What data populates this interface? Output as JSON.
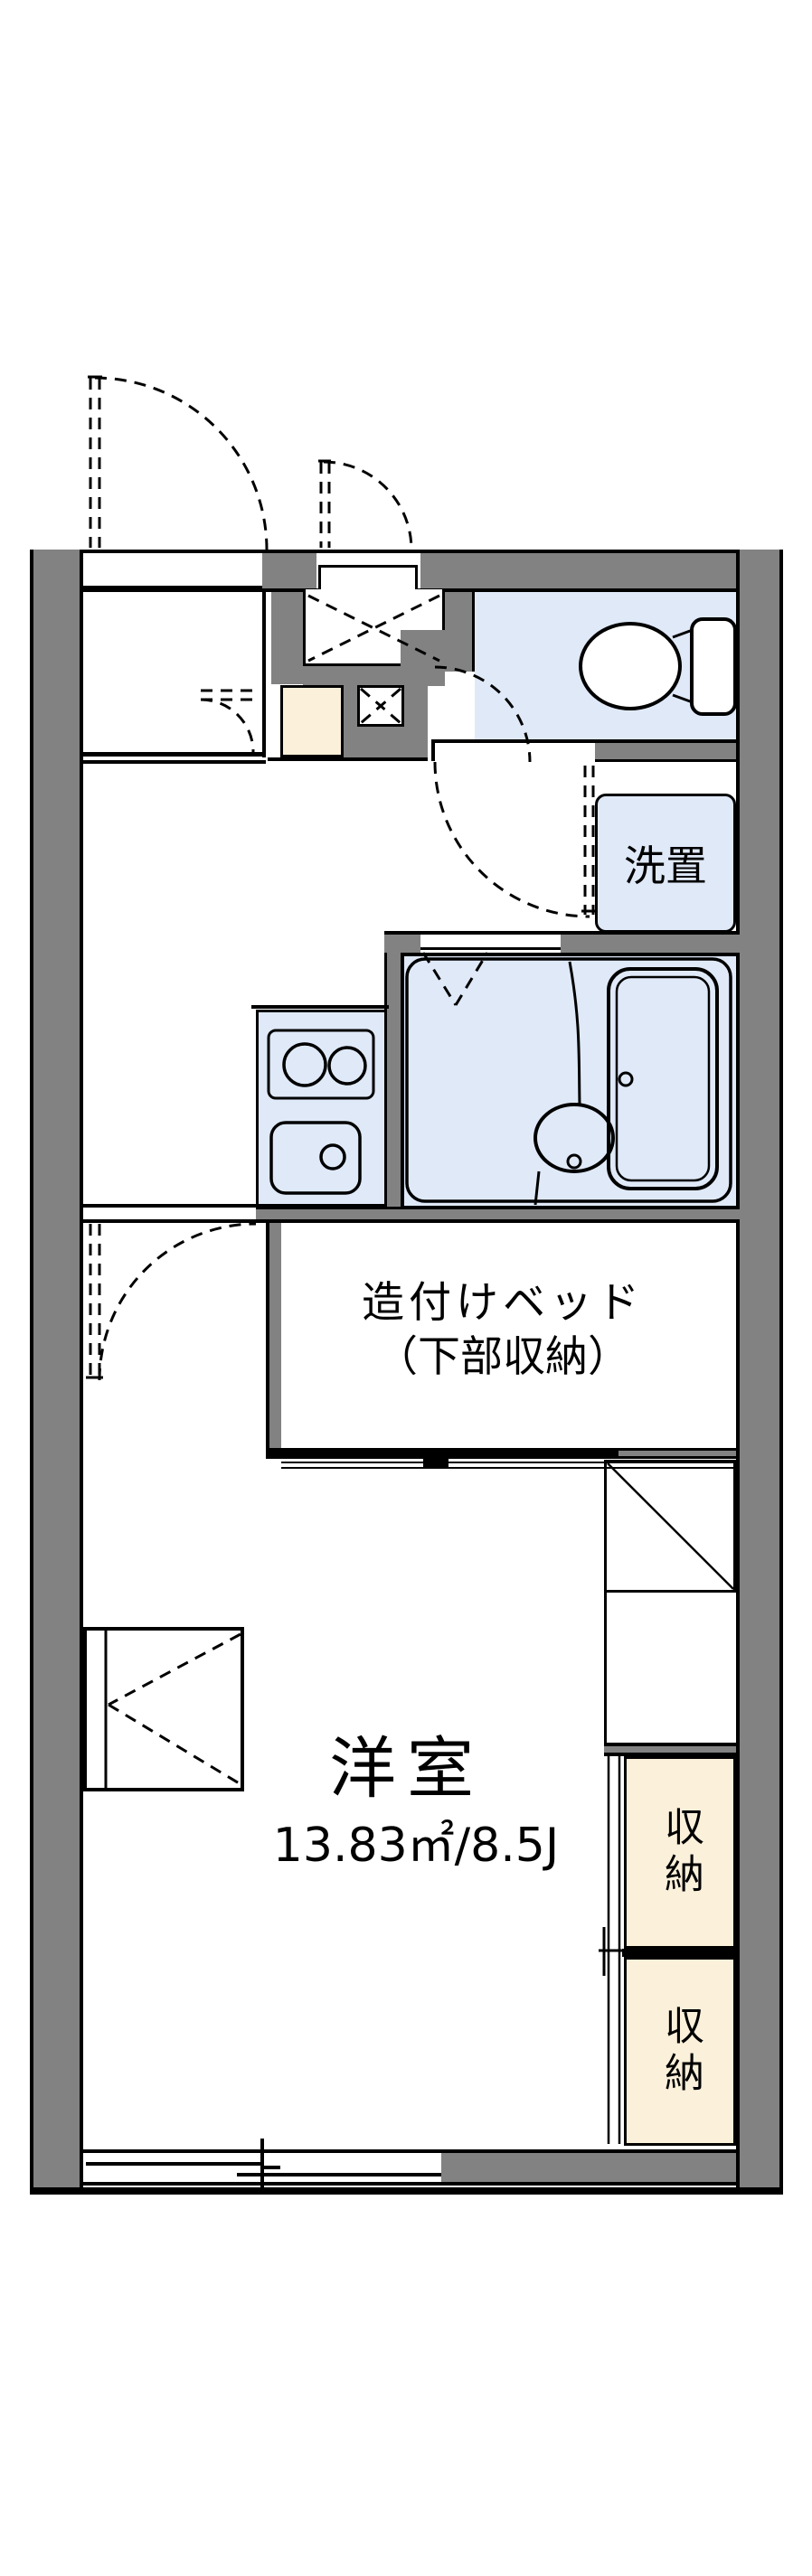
{
  "colors": {
    "wall": "#828282",
    "water": "#DFE9F8",
    "wood": "#FBF0DA",
    "line": "#000000",
    "bg": "#FFFFFF"
  },
  "labels": {
    "laundry": "洗置",
    "bed_line1": "造付けベッド",
    "bed_line2": "（下部収納）",
    "room_name": "洋室",
    "room_area": "13.83㎡/8.5J",
    "storage_upper": "収納",
    "storage_lower": "収納"
  }
}
